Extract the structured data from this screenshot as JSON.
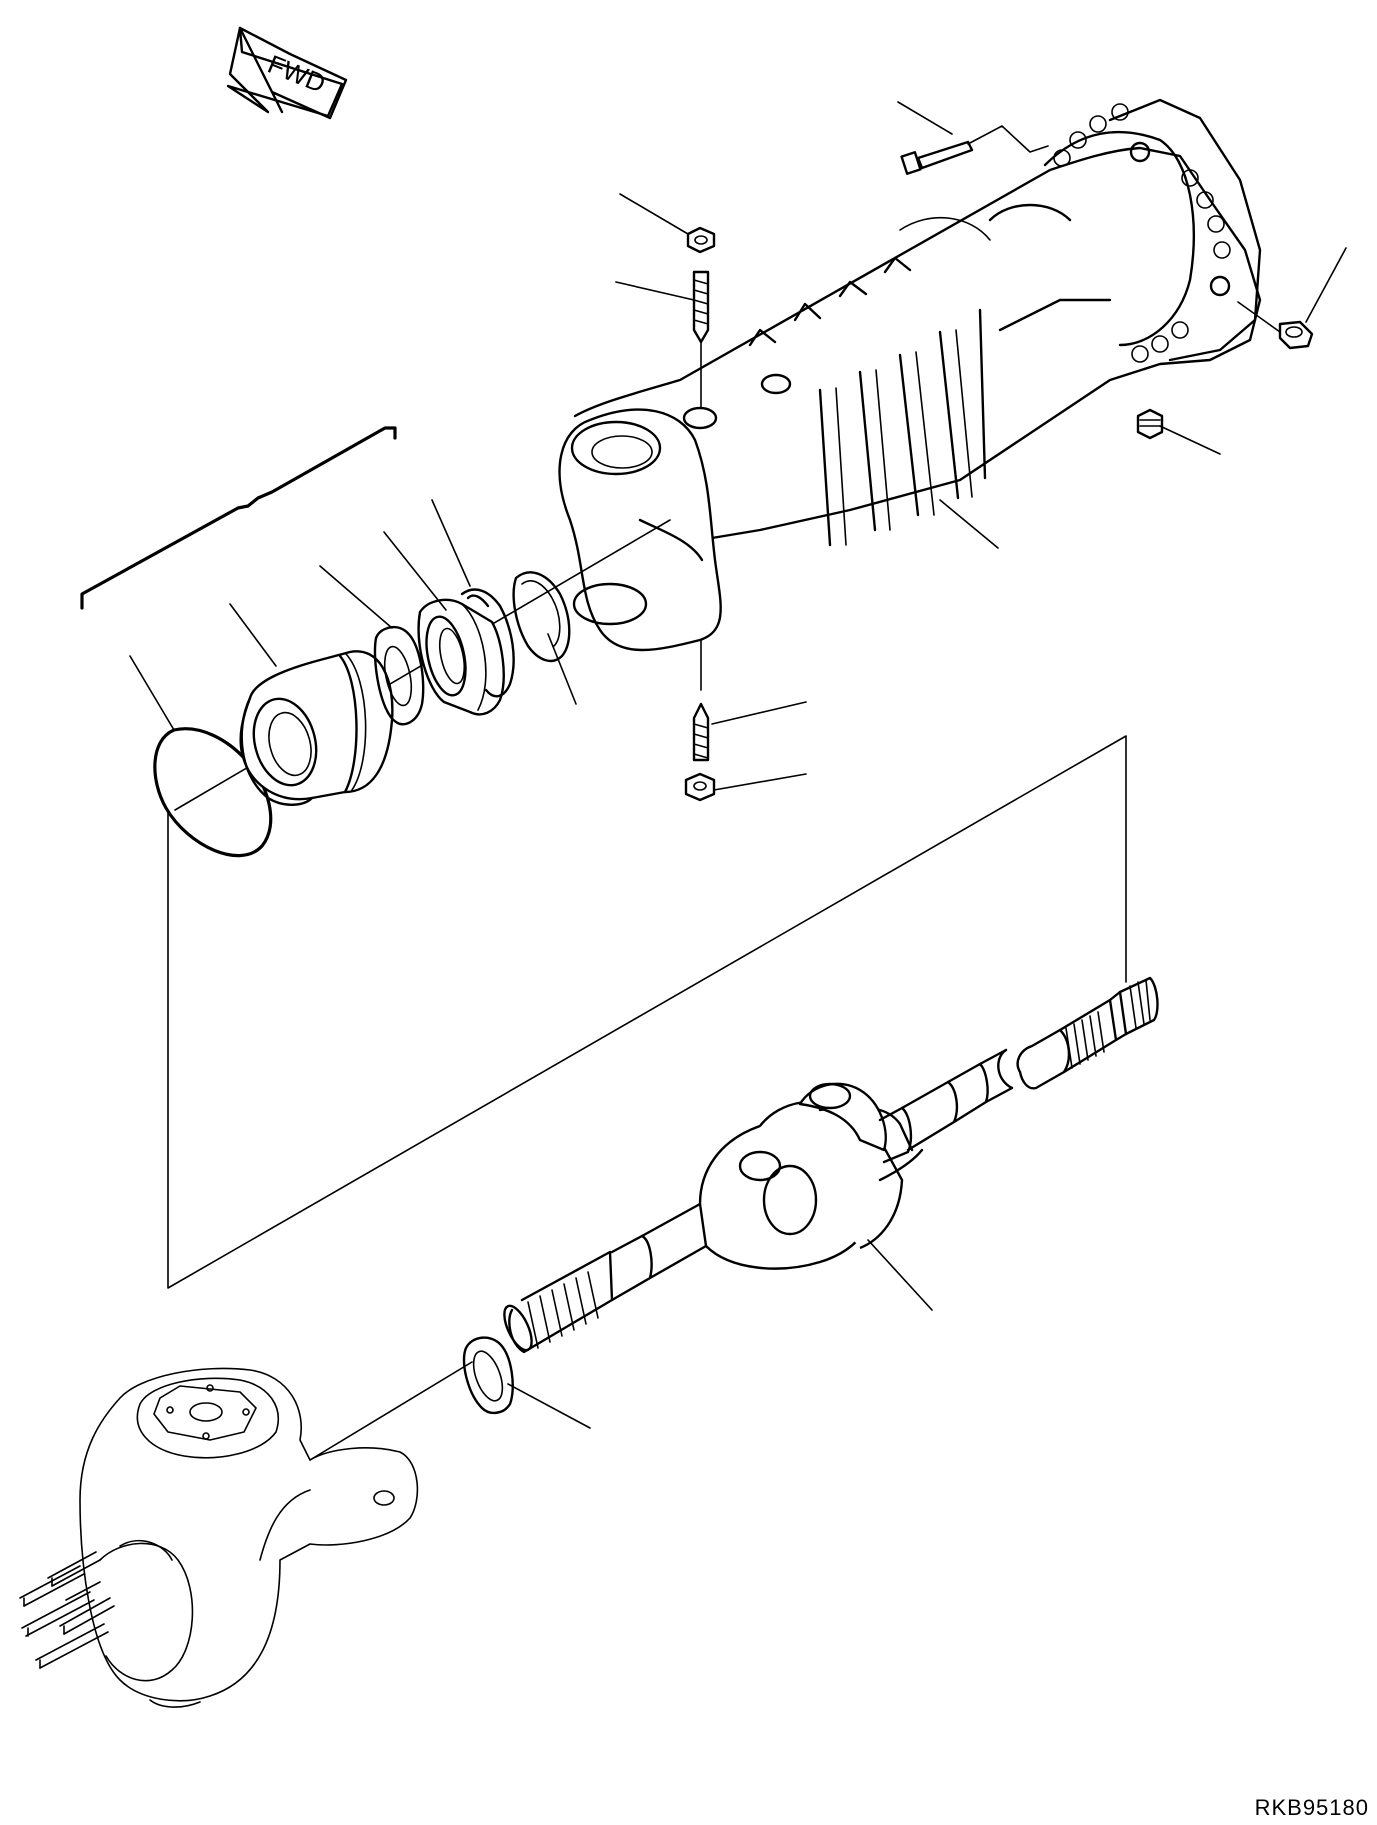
{
  "direction_arrow": {
    "label": "FWD",
    "icon": "fwd-arrow-icon"
  },
  "drawing_code": "RKB95180",
  "parts": [
    "axle-housing",
    "housing-bolt",
    "top-nut",
    "top-stud",
    "bottom-stud",
    "bottom-nut",
    "breather-plug",
    "drain-plug",
    "o-ring",
    "bearing-carrier",
    "seal",
    "bearing",
    "snap-ring-outer",
    "snap-ring-inner",
    "universal-joint-shaft",
    "shaft-seal",
    "steering-knuckle"
  ]
}
